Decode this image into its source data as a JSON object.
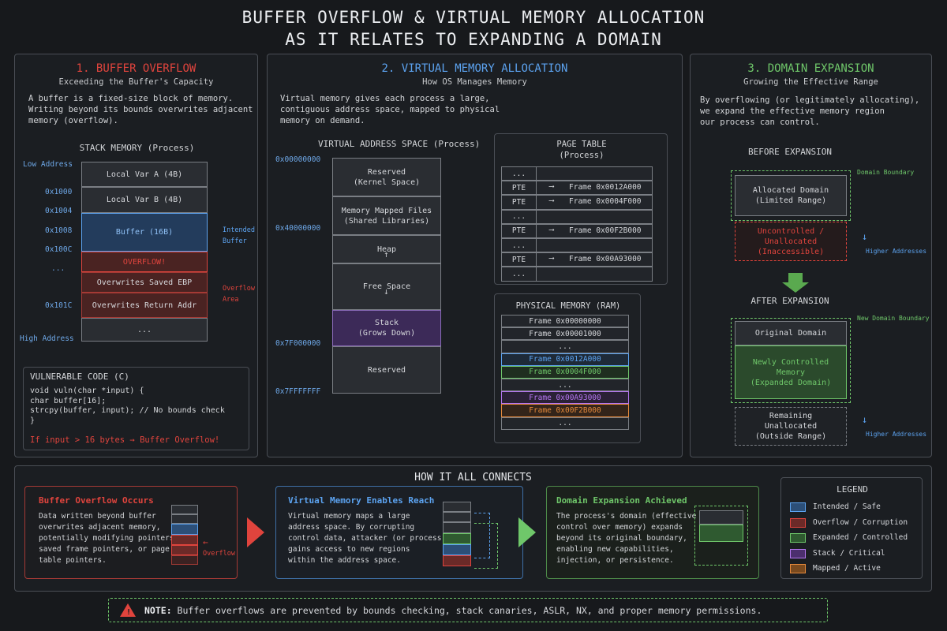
{
  "title": {
    "line1": "BUFFER OVERFLOW & VIRTUAL MEMORY ALLOCATION",
    "line2": "AS IT RELATES TO EXPANDING A DOMAIN"
  },
  "colors": {
    "bg": "#17191c",
    "red": "#e0443d",
    "blue": "#5ca3f0",
    "green": "#6fc76a",
    "purple": "#b576f0",
    "orange": "#e68a3c"
  },
  "panel1": {
    "title": "1. BUFFER OVERFLOW",
    "subtitle": "Exceeding the Buffer's Capacity",
    "desc": "A buffer is a fixed-size block of memory.\nWriting beyond its bounds overwrites adjacent\nmemory (overflow).",
    "stack_title": "STACK MEMORY (Process)",
    "low_address": "Low Address",
    "high_address": "High Address",
    "addresses": [
      "0x1000",
      "0x1004",
      "0x1008",
      "0x100C",
      "...",
      "0x101C"
    ],
    "cells": [
      "Local Var A (4B)",
      "Local Var B (4B)",
      "Buffer (16B)",
      "OVERFLOW!",
      "Overwrites Saved EBP",
      "Overwrites Return Addr",
      "..."
    ],
    "intended_label": "Intended\nBuffer",
    "overflow_label": "Overflow\nArea",
    "code_title": "VULNERABLE CODE (C)",
    "code_lines": [
      "void vuln(char *input) {",
      "  char buffer[16];",
      "  strcpy(buffer, input);  // No bounds check",
      "}"
    ],
    "warning": "If input > 16 bytes  →  Buffer Overflow!"
  },
  "panel2": {
    "title": "2. VIRTUAL MEMORY ALLOCATION",
    "subtitle": "How OS Manages Memory",
    "desc": "Virtual memory gives each process a large,\ncontiguous address space, mapped to physical\nmemory on demand.",
    "vas_title": "VIRTUAL ADDRESS SPACE (Process)",
    "vas_addresses": [
      "0x00000000",
      "0x40000000",
      "0x7F000000",
      "0x7FFFFFFF"
    ],
    "vas_cells": [
      "Reserved\n(Kernel Space)",
      "Memory Mapped Files\n(Shared Libraries)",
      "Heap",
      "Free Space",
      "Stack\n(Grows Down)",
      "Reserved"
    ],
    "pt_title": "PAGE TABLE\n(Process)",
    "pt_rows": [
      {
        "left": "...",
        "right": ""
      },
      {
        "left": "PTE",
        "right": "Frame 0x0012A000"
      },
      {
        "left": "PTE",
        "right": "Frame 0x0004F000"
      },
      {
        "left": "...",
        "right": ""
      },
      {
        "left": "PTE",
        "right": "Frame 0x00F2B000"
      },
      {
        "left": "...",
        "right": ""
      },
      {
        "left": "PTE",
        "right": "Frame 0x00A93000"
      },
      {
        "left": "...",
        "right": ""
      }
    ],
    "pm_title": "PHYSICAL MEMORY (RAM)",
    "pm_rows": [
      "Frame 0x00000000",
      "Frame 0x00001000",
      "...",
      "Frame 0x0012A000",
      "Frame 0x0004F000",
      "...",
      "Frame 0x00A93000",
      "Frame 0x00F2B000",
      "..."
    ]
  },
  "panel3": {
    "title": "3. DOMAIN EXPANSION",
    "subtitle": "Growing the Effective Range",
    "desc": "By overflowing (or legitimately allocating),\nwe expand the effective memory region\nour process can control.",
    "before": "BEFORE EXPANSION",
    "after": "AFTER EXPANSION",
    "domain_boundary": "Domain Boundary",
    "new_domain_boundary": "New Domain Boundary",
    "allocated": "Allocated Domain\n(Limited Range)",
    "uncontrolled": "Uncontrolled /\nUnallocated\n(Inaccessible)",
    "original": "Original Domain",
    "newly": "Newly Controlled\nMemory\n(Expanded Domain)",
    "remaining": "Remaining\nUnallocated\n(Outside Range)",
    "higher1": "Higher Addresses",
    "higher2": "Higher Addresses"
  },
  "connect": {
    "title": "HOW IT ALL CONNECTS",
    "card1_title": "Buffer Overflow Occurs",
    "card1_text": "Data written beyond buffer\noverwrites adjacent memory,\npotentially modifying pointers,\nsaved frame pointers, or page\ntable pointers.",
    "card1_label": "Overflow",
    "card2_title": "Virtual Memory Enables Reach",
    "card2_text": "Virtual memory maps a large\naddress space. By corrupting\ncontrol data, attacker (or process)\ngains access to new regions\nwithin the address space.",
    "card3_title": "Domain Expansion Achieved",
    "card3_text": "The process's domain (effective\ncontrol over memory) expands\nbeyond its original boundary,\nenabling new capabilities,\ninjection, or persistence.",
    "legend_title": "LEGEND",
    "legend": [
      {
        "label": "Intended / Safe",
        "color": "#2c4f78",
        "border": "#5ca3f0"
      },
      {
        "label": "Overflow / Corruption",
        "color": "#6b2a28",
        "border": "#e0443d"
      },
      {
        "label": "Expanded / Controlled",
        "color": "#2f5a30",
        "border": "#6fc76a"
      },
      {
        "label": "Stack / Critical",
        "color": "#4c2f6e",
        "border": "#b576f0"
      },
      {
        "label": "Mapped / Active",
        "color": "#7a4a1e",
        "border": "#e68a3c"
      }
    ]
  },
  "note": {
    "label": "NOTE:",
    "text": " Buffer overflows are prevented by bounds checking, stack canaries, ASLR, NX, and proper memory permissions."
  }
}
